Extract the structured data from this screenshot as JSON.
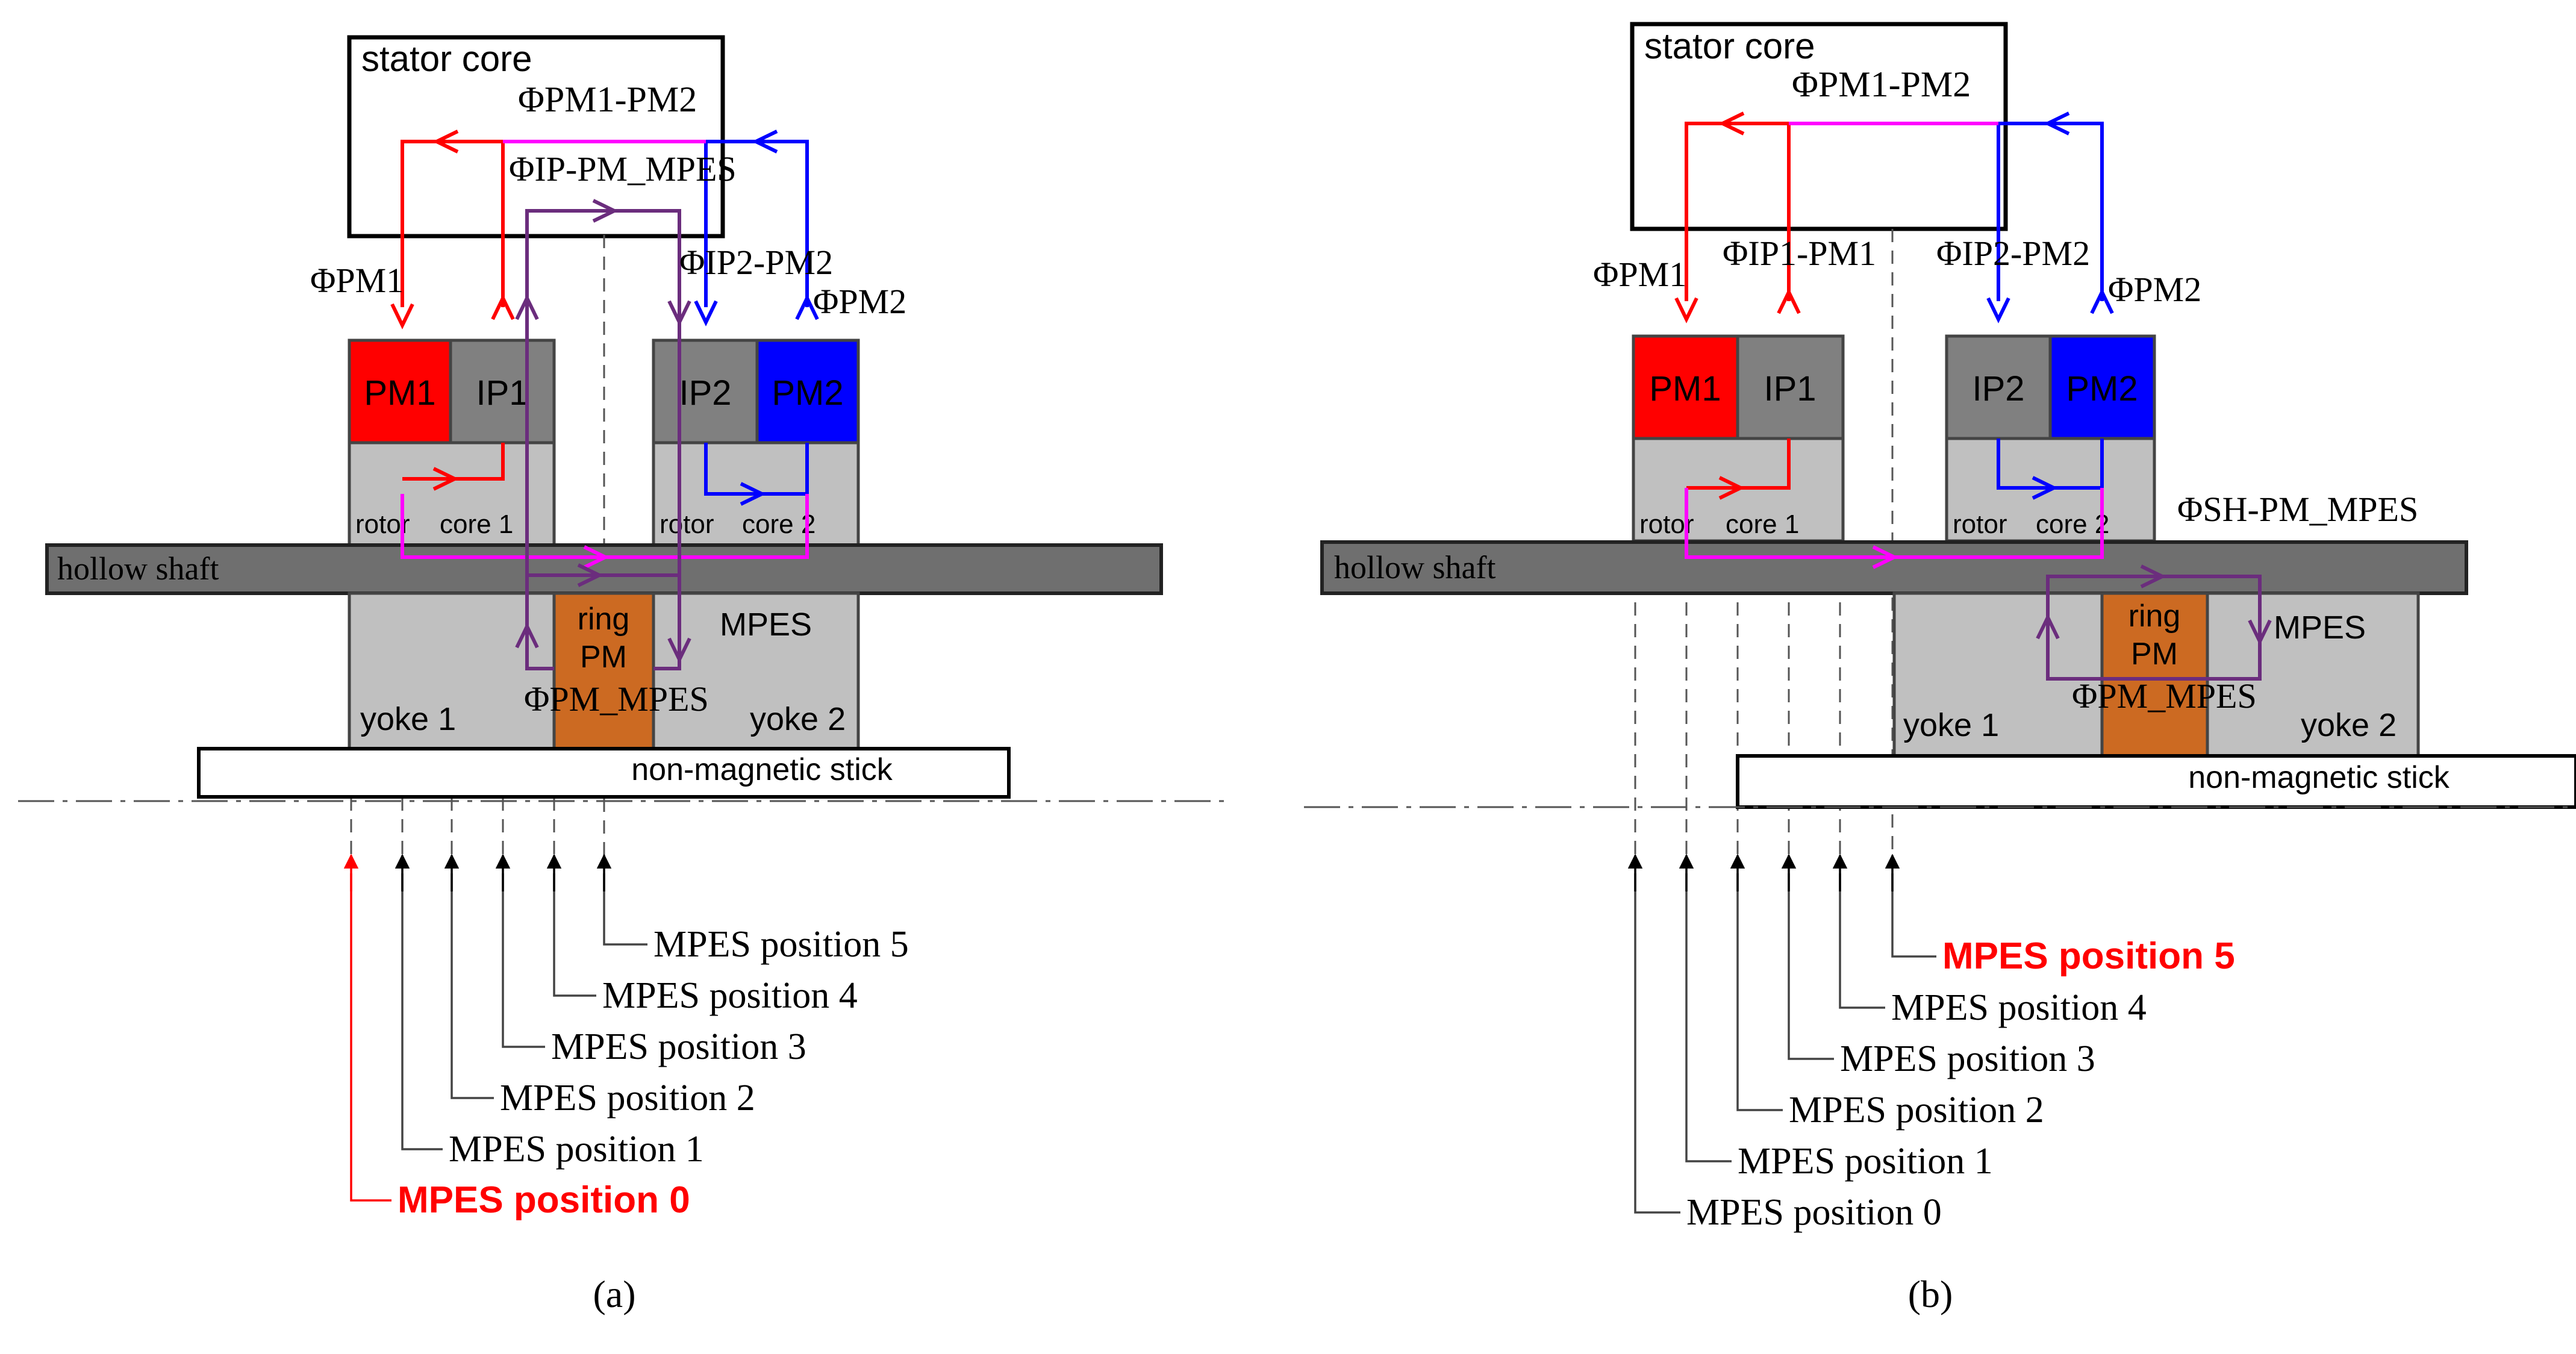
{
  "colors": {
    "pm1": "#ff0000",
    "pm2": "#0000ff",
    "ip": "#808080",
    "core": "#c0c0c0",
    "shaft": "#6f6f6f",
    "ring_pm": "#cc6a22",
    "flux_pm1": "#ff0000",
    "flux_pm2": "#0000ff",
    "flux_pm1_pm2": "#ff00ff",
    "flux_mpes": "#6b2d7d",
    "highlight": "#ff0000"
  },
  "panel_a": {
    "caption": "(a)",
    "stator_core": "stator core",
    "flux_pm1_pm2": "ΦPM1-PM2",
    "flux_ip_pm_mpes": "ΦIP-PM_MPES",
    "flux_pm1": "ΦPM1",
    "flux_ip2_pm2": "ΦIP2-PM2",
    "flux_pm2": "ΦPM2",
    "pm1": "PM1",
    "ip1": "IP1",
    "ip2": "IP2",
    "pm2": "PM2",
    "rotor1": "rotor",
    "core1": "core 1",
    "rotor2": "rotor",
    "core2": "core 2",
    "hollow_shaft": "hollow shaft",
    "ring_pm_line1": "ring",
    "ring_pm_line2": "PM",
    "mpes": "MPES",
    "flux_pm_mpes": "ΦPM_MPES",
    "yoke1": "yoke 1",
    "yoke2": "yoke 2",
    "stick": "non-magnetic stick",
    "positions": [
      "MPES position 5",
      "MPES position 4",
      "MPES position 3",
      "MPES position 2",
      "MPES position 1",
      "MPES position 0"
    ]
  },
  "panel_b": {
    "caption": "(b)",
    "stator_core": "stator core",
    "flux_pm1_pm2": "ΦPM1-PM2",
    "flux_pm1": "ΦPM1",
    "flux_ip1_pm1": "ΦIP1-PM1",
    "flux_ip2_pm2": "ΦIP2-PM2",
    "flux_pm2": "ΦPM2",
    "pm1": "PM1",
    "ip1": "IP1",
    "ip2": "IP2",
    "pm2": "PM2",
    "rotor1": "rotor",
    "core1": "core 1",
    "rotor2": "rotor",
    "core2": "core 2",
    "flux_sh_pm_mpes": "ΦSH-PM_MPES",
    "hollow_shaft": "hollow shaft",
    "ring_pm_line1": "ring",
    "ring_pm_line2": "PM",
    "mpes": "MPES",
    "flux_pm_mpes": "ΦPM_MPES",
    "yoke1": "yoke 1",
    "yoke2": "yoke 2",
    "stick": "non-magnetic stick",
    "positions": [
      "MPES position 5",
      "MPES position 4",
      "MPES position 3",
      "MPES position 2",
      "MPES position 1",
      "MPES position 0"
    ]
  }
}
